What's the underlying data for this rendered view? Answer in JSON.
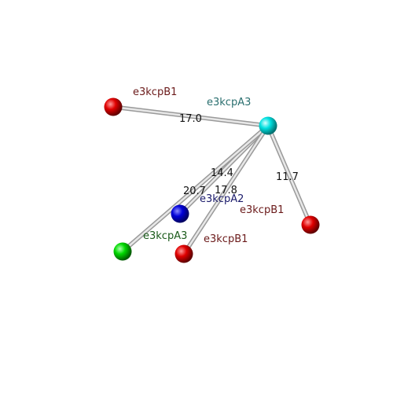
{
  "nodes": [
    {
      "id": "a3_center",
      "label": "e3kcpA3",
      "color": "#00d8d8",
      "label_color": "#2a6f6f"
    },
    {
      "id": "b1_top",
      "label": "e3kcpB1",
      "color": "#e00000",
      "label_color": "#6b1a1a"
    },
    {
      "id": "a2",
      "label": "e3kcpA2",
      "color": "#0000d0",
      "label_color": "#1a1a6b"
    },
    {
      "id": "b1_right",
      "label": "e3kcpB1",
      "color": "#e00000",
      "label_color": "#6b1a1a"
    },
    {
      "id": "a3_green",
      "label": "e3kcpA3",
      "color": "#00d000",
      "label_color": "#1a5a1a"
    },
    {
      "id": "b1_bottom",
      "label": "e3kcpB1",
      "color": "#e00000",
      "label_color": "#6b1a1a"
    }
  ],
  "edges": [
    {
      "from": "a3_center",
      "to": "b1_top",
      "distance": "17.0"
    },
    {
      "from": "a3_center",
      "to": "b1_right",
      "distance": "11.7"
    },
    {
      "from": "a3_center",
      "to": "a2",
      "distance": "14.4"
    },
    {
      "from": "a3_center",
      "to": "a3_green",
      "distance": "20.7"
    },
    {
      "from": "a3_center",
      "to": "b1_bottom",
      "distance": "17.8"
    }
  ]
}
